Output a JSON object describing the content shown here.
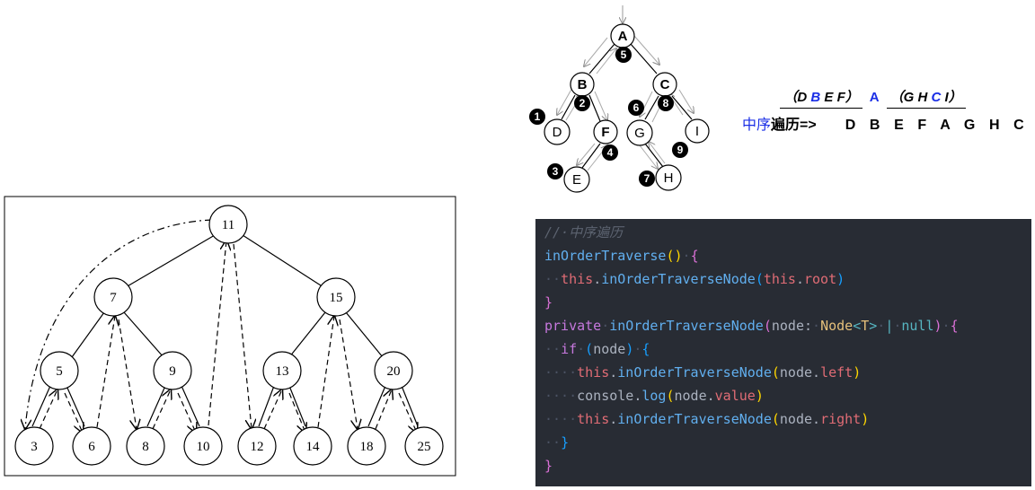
{
  "small_tree": {
    "nodes": [
      "A",
      "B",
      "C",
      "D",
      "F",
      "G",
      "I",
      "E",
      "H"
    ],
    "step_numbers": [
      "1",
      "2",
      "3",
      "4",
      "5",
      "6",
      "7",
      "8",
      "9"
    ]
  },
  "formula": {
    "open1": "（",
    "left_d": "D",
    "left_b": "B",
    "left_e": "E",
    "left_f": "F",
    "close1": "）",
    "root": "A",
    "open2": "（",
    "right_g": "G",
    "right_h": "H",
    "right_c": "C",
    "right_i": "I",
    "close2": "）"
  },
  "result": {
    "label_blue": "中序",
    "label_black": "遍历=>",
    "sequence": "D B E F A G H C I"
  },
  "big_tree": {
    "nodes": [
      "11",
      "7",
      "15",
      "5",
      "9",
      "13",
      "20",
      "3",
      "6",
      "8",
      "10",
      "12",
      "14",
      "18",
      "25"
    ]
  },
  "code": {
    "comment": "//·中序遍历",
    "l1_fn": "inOrderTraverse",
    "l1_parens": "()",
    "l1_brace": "{",
    "l2_this": "this",
    "l2_fn": "inOrderTraverseNode",
    "l2_arg_this": "this",
    "l2_arg_prop": "root",
    "l3_brace": "}",
    "l4_kw": "private",
    "l4_fn": "inOrderTraverseNode",
    "l4_param": "node",
    "l4_type": "Node",
    "l4_generic": "T",
    "l4_null": "null",
    "l4_brace": "{",
    "l5_kw": "if",
    "l5_param": "node",
    "l5_brace": "{",
    "l6_this": "this",
    "l6_fn": "inOrderTraverseNode",
    "l6_obj": "node",
    "l6_prop": "left",
    "l7_obj": "console",
    "l7_fn": "log",
    "l7_arg_obj": "node",
    "l7_arg_prop": "value",
    "l8_this": "this",
    "l8_fn": "inOrderTraverseNode",
    "l8_obj": "node",
    "l8_prop": "right",
    "l9_brace": "}",
    "l10_brace": "}"
  },
  "colors": {
    "code_bg": "#282c34",
    "accent_blue": "#1a2ee6"
  }
}
